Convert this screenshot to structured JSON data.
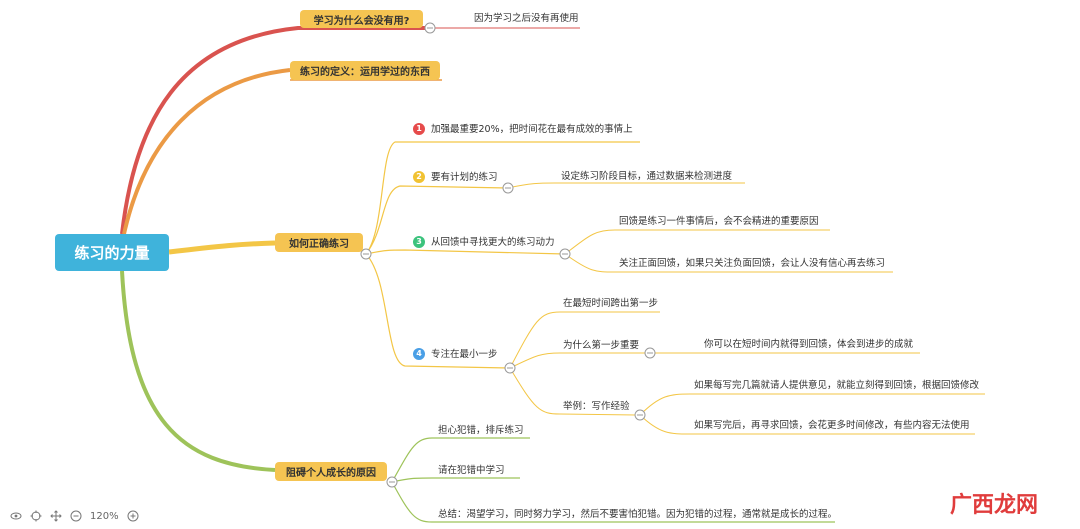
{
  "root": "练习的力量",
  "branches": {
    "b1": {
      "title": "学习为什么会没有用?",
      "child": "因为学习之后没有再使用"
    },
    "b2": {
      "title": "练习的定义：运用学过的东西"
    },
    "b3": {
      "title": "如何正确练习",
      "items": [
        {
          "num": "1",
          "text": "加强最重要20%，把时间花在最有成效的事情上"
        },
        {
          "num": "2",
          "text": "要有计划的练习",
          "child": "设定练习阶段目标，通过数据来检测进度"
        },
        {
          "num": "3",
          "text": "从回馈中寻找更大的练习动力",
          "children": [
            "回馈是练习一件事情后，会不会精进的重要原因",
            "关注正面回馈，如果只关注负面回馈，会让人没有信心再去练习"
          ]
        },
        {
          "num": "4",
          "text": "专注在最小一步",
          "children": [
            {
              "text": "在最短时间跨出第一步"
            },
            {
              "text": "为什么第一步重要",
              "child": "你可以在短时间内就得到回馈，体会到进步的成就"
            },
            {
              "text": "举例：写作经验",
              "children": [
                "如果每写完几篇就请人提供意见，就能立刻得到回馈，根据回馈修改",
                "如果写完后，再寻求回馈，会花更多时间修改，有些内容无法使用"
              ]
            }
          ]
        }
      ]
    },
    "b4": {
      "title": "阻碍个人成长的原因",
      "items": [
        "担心犯错，排斥练习",
        "请在犯错中学习",
        "总结：渴望学习，同时努力学习，然后不要害怕犯错。因为犯错的过程，通常就是成长的过程。"
      ]
    }
  },
  "toolbar": {
    "zoom": "120%"
  },
  "watermark": "广西龙网",
  "colors": {
    "b1": "#d9534f",
    "b2": "#eb9a45",
    "b3": "#f3c646",
    "b4": "#9ec35a",
    "root": "#3fb3db",
    "n1": "#e64b4b",
    "n2": "#f1c232",
    "n3": "#3cc37d",
    "n4": "#4a9fe6"
  }
}
